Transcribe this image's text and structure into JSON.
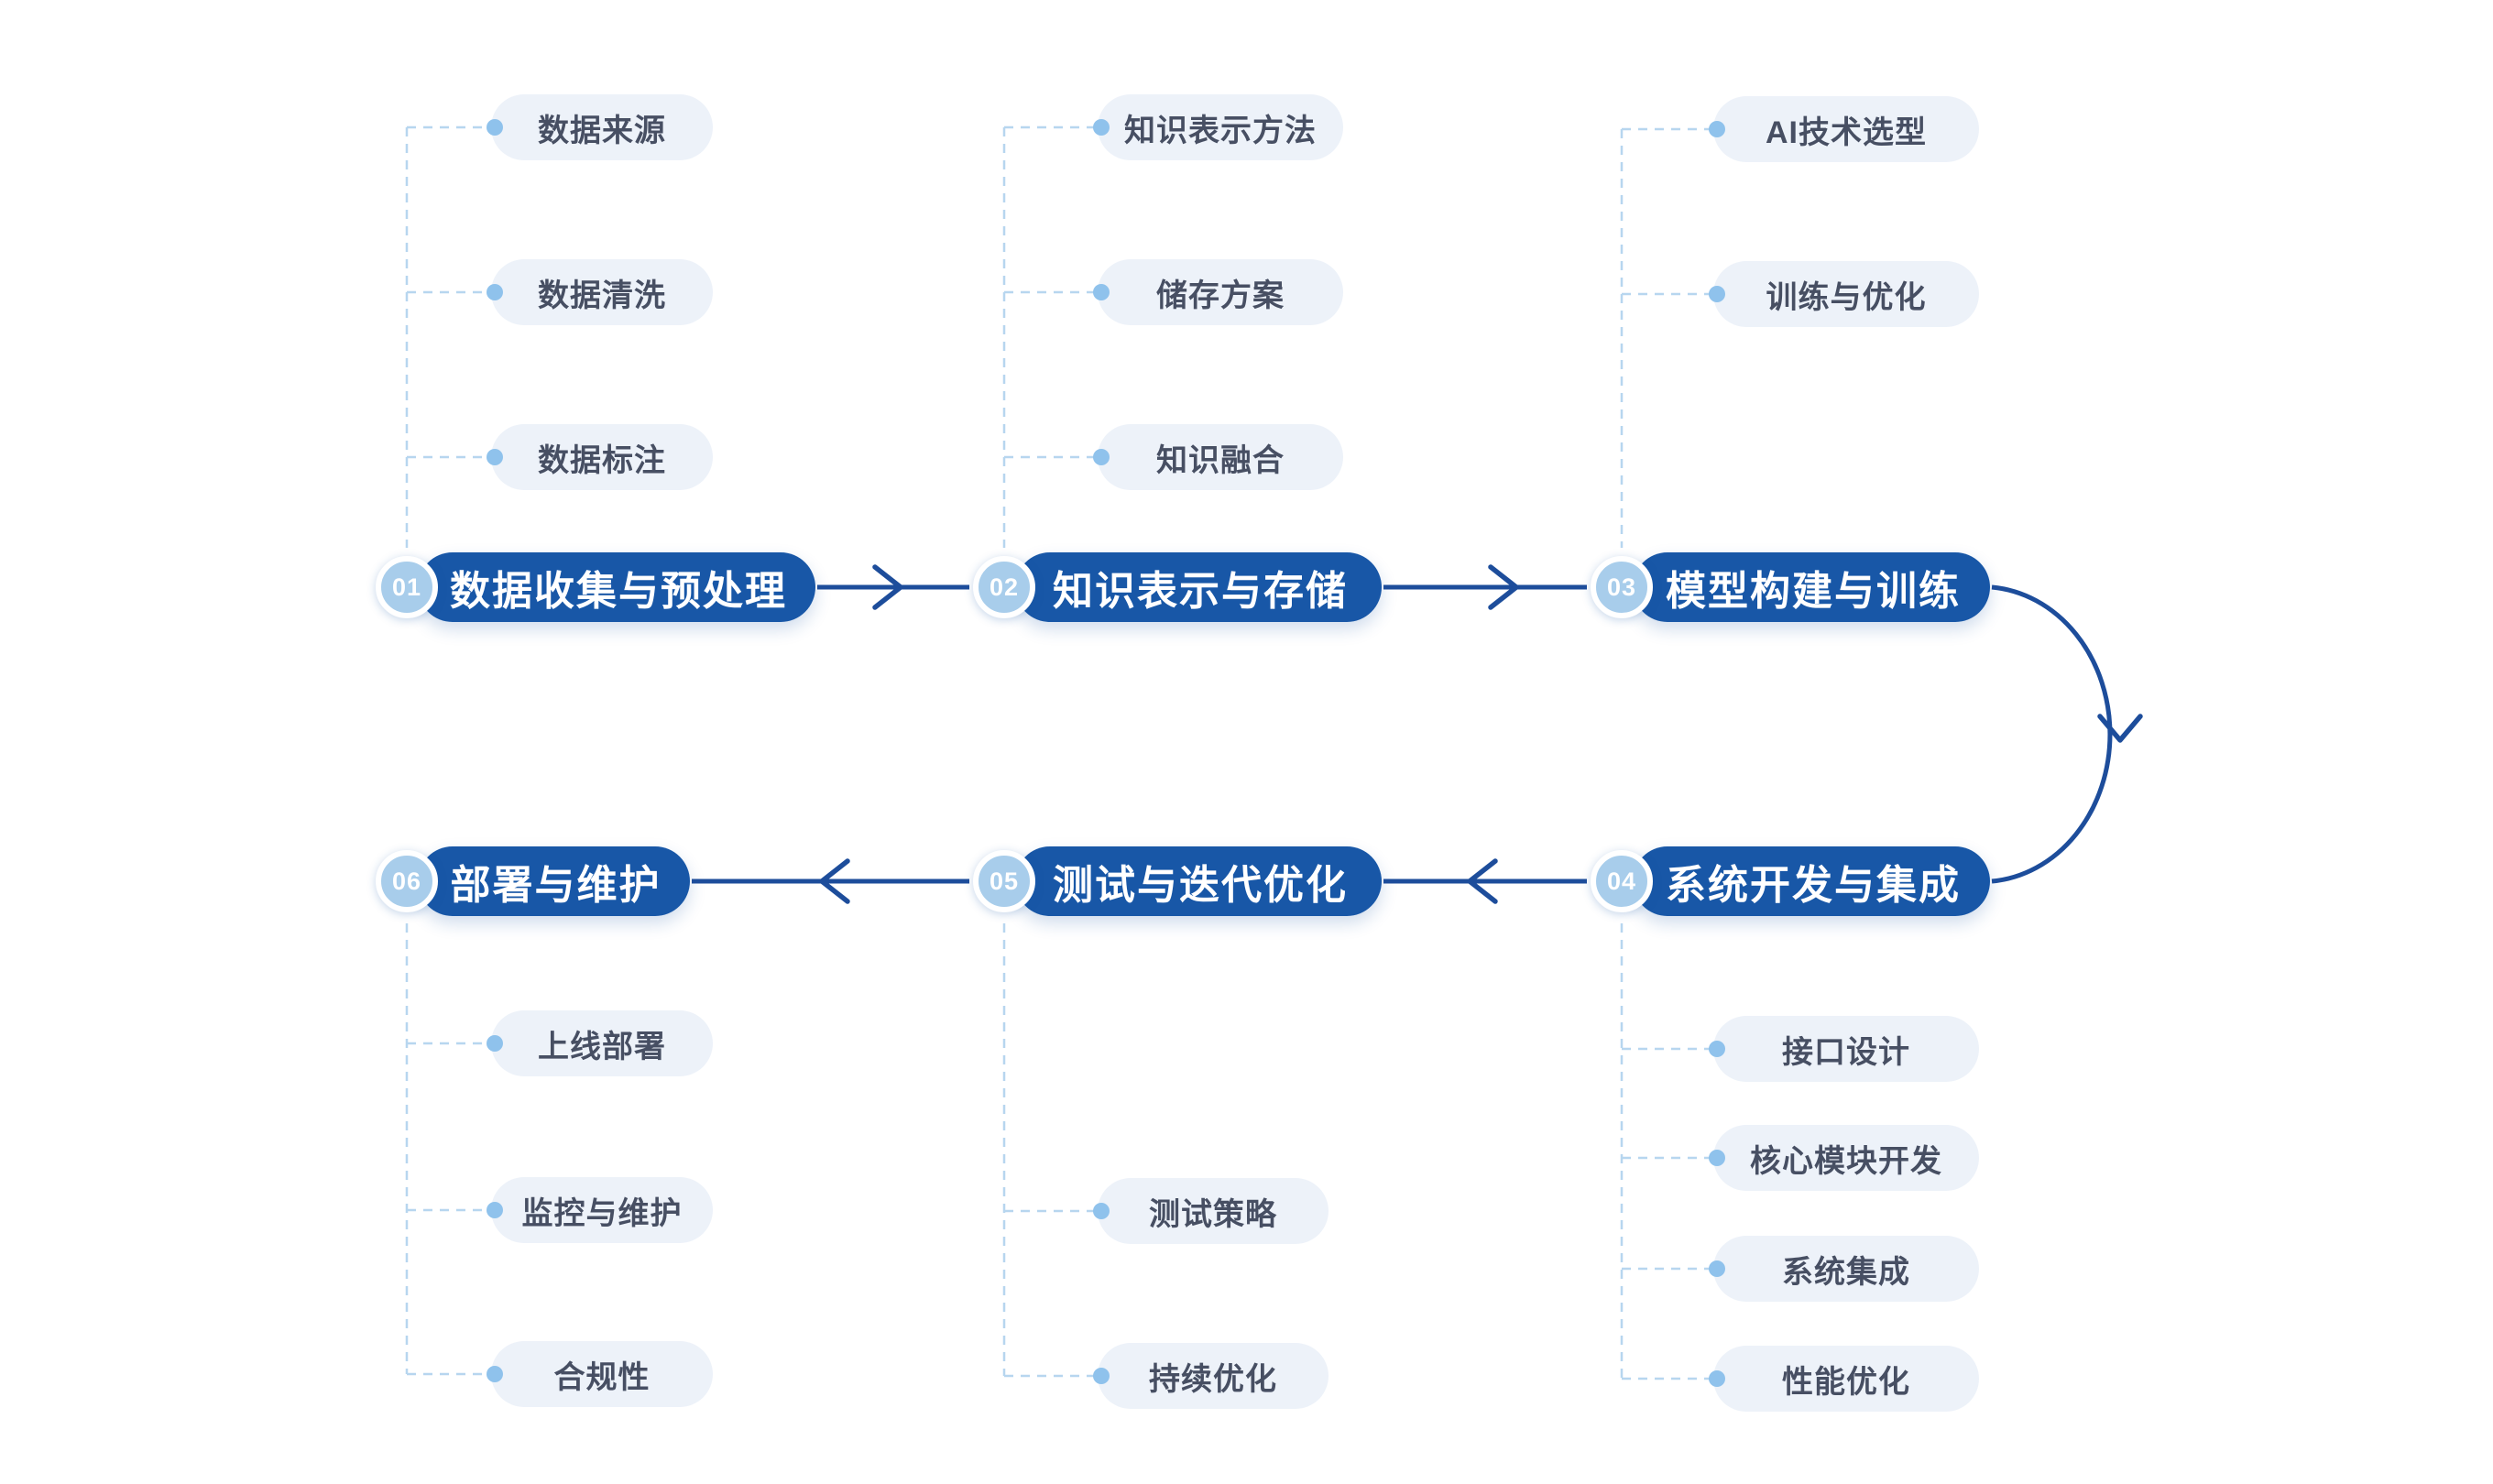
{
  "diagram": {
    "type": "process-flow",
    "language": "zh-CN",
    "palette": {
      "node_fill": "#1857a7",
      "node_text": "#ffffff",
      "badge_fill": "#a8cdeb",
      "badge_ring": "#ffffff",
      "arrow": "#1d4d9b",
      "subitem_fill": "#edf2f9",
      "subitem_text": "#474f63",
      "connector_dash": "#b7d6ef",
      "connector_dot": "#8fc2ec"
    },
    "steps": [
      {
        "number": "01",
        "title": "数据收集与预处理",
        "children": [
          "数据来源",
          "数据清洗",
          "数据标注"
        ]
      },
      {
        "number": "02",
        "title": "知识表示与存储",
        "children": [
          "知识表示方法",
          "储存方案",
          "知识融合"
        ]
      },
      {
        "number": "03",
        "title": "模型构建与训练",
        "children": [
          "AI技术选型",
          "训练与优化"
        ]
      },
      {
        "number": "04",
        "title": "系统开发与集成",
        "children": [
          "接口设计",
          "核心模块开发",
          "系统集成",
          "性能优化"
        ]
      },
      {
        "number": "05",
        "title": "测试与迭代优化",
        "children": [
          "测试策略",
          "持续优化"
        ]
      },
      {
        "number": "06",
        "title": "部署与维护",
        "children": [
          "上线部署",
          "监控与维护",
          "合规性"
        ]
      }
    ]
  }
}
